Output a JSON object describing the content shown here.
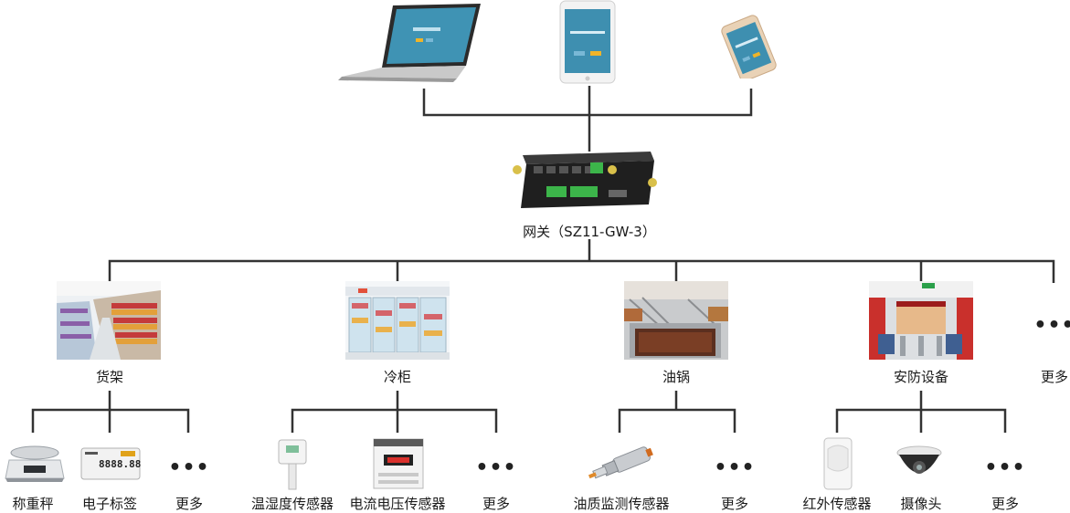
{
  "gateway": {
    "label": "网关（SZ11-GW-3）"
  },
  "categories": [
    {
      "label": "货架"
    },
    {
      "label": "冷柜"
    },
    {
      "label": "油锅"
    },
    {
      "label": "安防设备"
    },
    {
      "label": "更多",
      "dots": "•••"
    }
  ],
  "leaves": {
    "shelf": [
      {
        "label": "称重秤"
      },
      {
        "label": "电子标签",
        "display": "8888.88"
      },
      {
        "label": "更多",
        "dots": "•••"
      }
    ],
    "fridge": [
      {
        "label": "温湿度传感器"
      },
      {
        "label": "电流电压传感器"
      },
      {
        "label": "更多",
        "dots": "•••"
      }
    ],
    "fryer": [
      {
        "label": "油质监测传感器"
      },
      {
        "label": "更多",
        "dots": "•••"
      }
    ],
    "security": [
      {
        "label": "红外传感器"
      },
      {
        "label": "摄像头"
      },
      {
        "label": "更多",
        "dots": "•••"
      }
    ]
  },
  "colors": {
    "line": "#333333",
    "gateway_body": "#1f1f1f",
    "terminal_green": "#3cb54a",
    "screen_blue": "#3e8fb0"
  }
}
